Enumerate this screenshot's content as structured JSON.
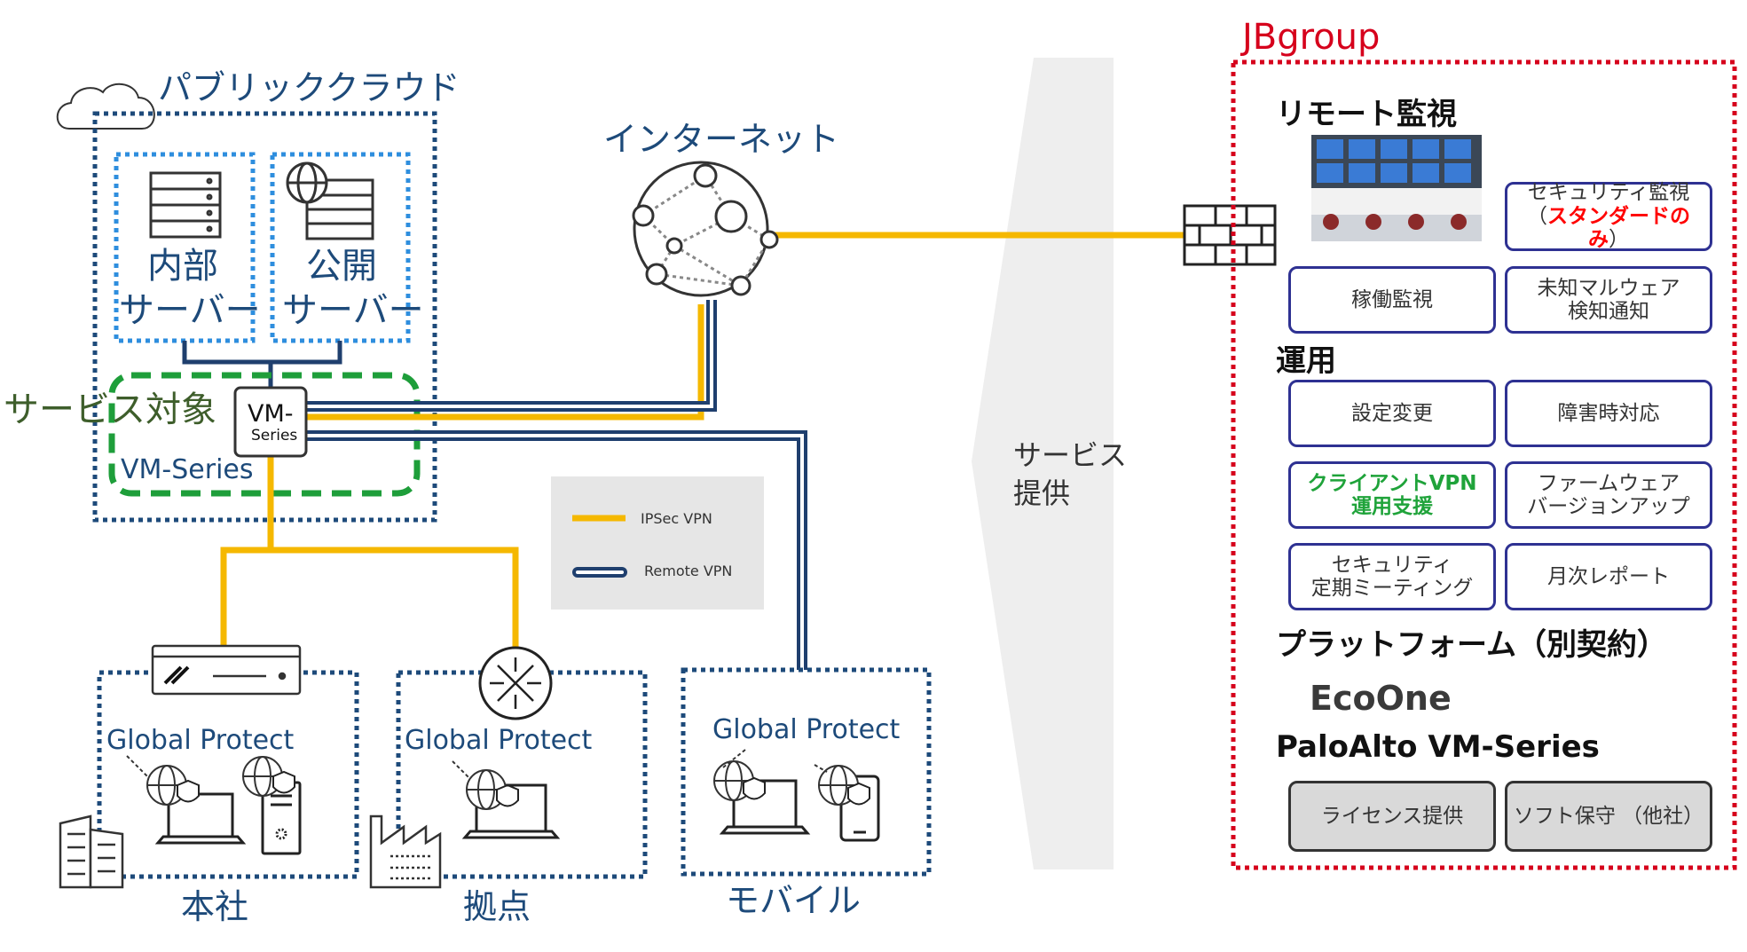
{
  "cloud": {
    "title": "パブリッククラウド",
    "internal_server": [
      "内部",
      "サーバー"
    ],
    "public_server": [
      "公開",
      "サーバー"
    ]
  },
  "service_target": {
    "label": "サービス対象",
    "vm_series_label": "VM-Series",
    "vm_icon_top": "VM-",
    "vm_icon_bottom": "Series"
  },
  "internet": {
    "label": "インターネット"
  },
  "legend": {
    "ipsec": "IPSec VPN",
    "remote": "Remote VPN"
  },
  "sites": [
    {
      "name": "本社",
      "client_label": "Global Protect"
    },
    {
      "name": "拠点",
      "client_label": "Global Protect"
    },
    {
      "name": "モバイル",
      "client_label": "Global Protect"
    }
  ],
  "service_provision": {
    "line1": "サービス",
    "line2": "提供"
  },
  "jbgroup": {
    "title": "JBgroup",
    "remote_monitoring": {
      "heading": "リモート監視",
      "security_monitoring": {
        "line1": "セキュリティ監視",
        "line2_open": "（",
        "line2_highlight": "スタンダードのみ",
        "line2_close": "）"
      },
      "operation_monitoring": "稼働監視",
      "unknown_malware": {
        "line1": "未知マルウェア",
        "line2": "検知通知"
      }
    },
    "operations": {
      "heading": "運用",
      "items": [
        {
          "line1": "設定変更"
        },
        {
          "line1": "障害時対応"
        },
        {
          "line1": "クライアントVPN",
          "line2": "運用支援",
          "highlight": true
        },
        {
          "line1": "ファームウェア",
          "line2": "バージョンアップ"
        },
        {
          "line1": "セキュリティ",
          "line2": "定期ミーティング"
        },
        {
          "line1": "月次レポート"
        }
      ]
    },
    "platform": {
      "heading": "プラットフォーム（別契約）",
      "ecoone": "EcoOne",
      "paloalto": "PaloAlto VM-Series",
      "license": "ライセンス提供",
      "soft": {
        "line1": "ソフト保守",
        "line2": "（他社）"
      }
    }
  },
  "colors": {
    "ipsec": "#f5b800",
    "remote": "#1f3f6e",
    "cloud_border": "#1d4a7a",
    "server_border": "#2e8ede",
    "service_green": "#1e9e3a",
    "jb_red": "#d6001c",
    "box_border": "#2e3192",
    "highlight_red": "#ff0000",
    "highlight_green": "#1fa33a"
  }
}
